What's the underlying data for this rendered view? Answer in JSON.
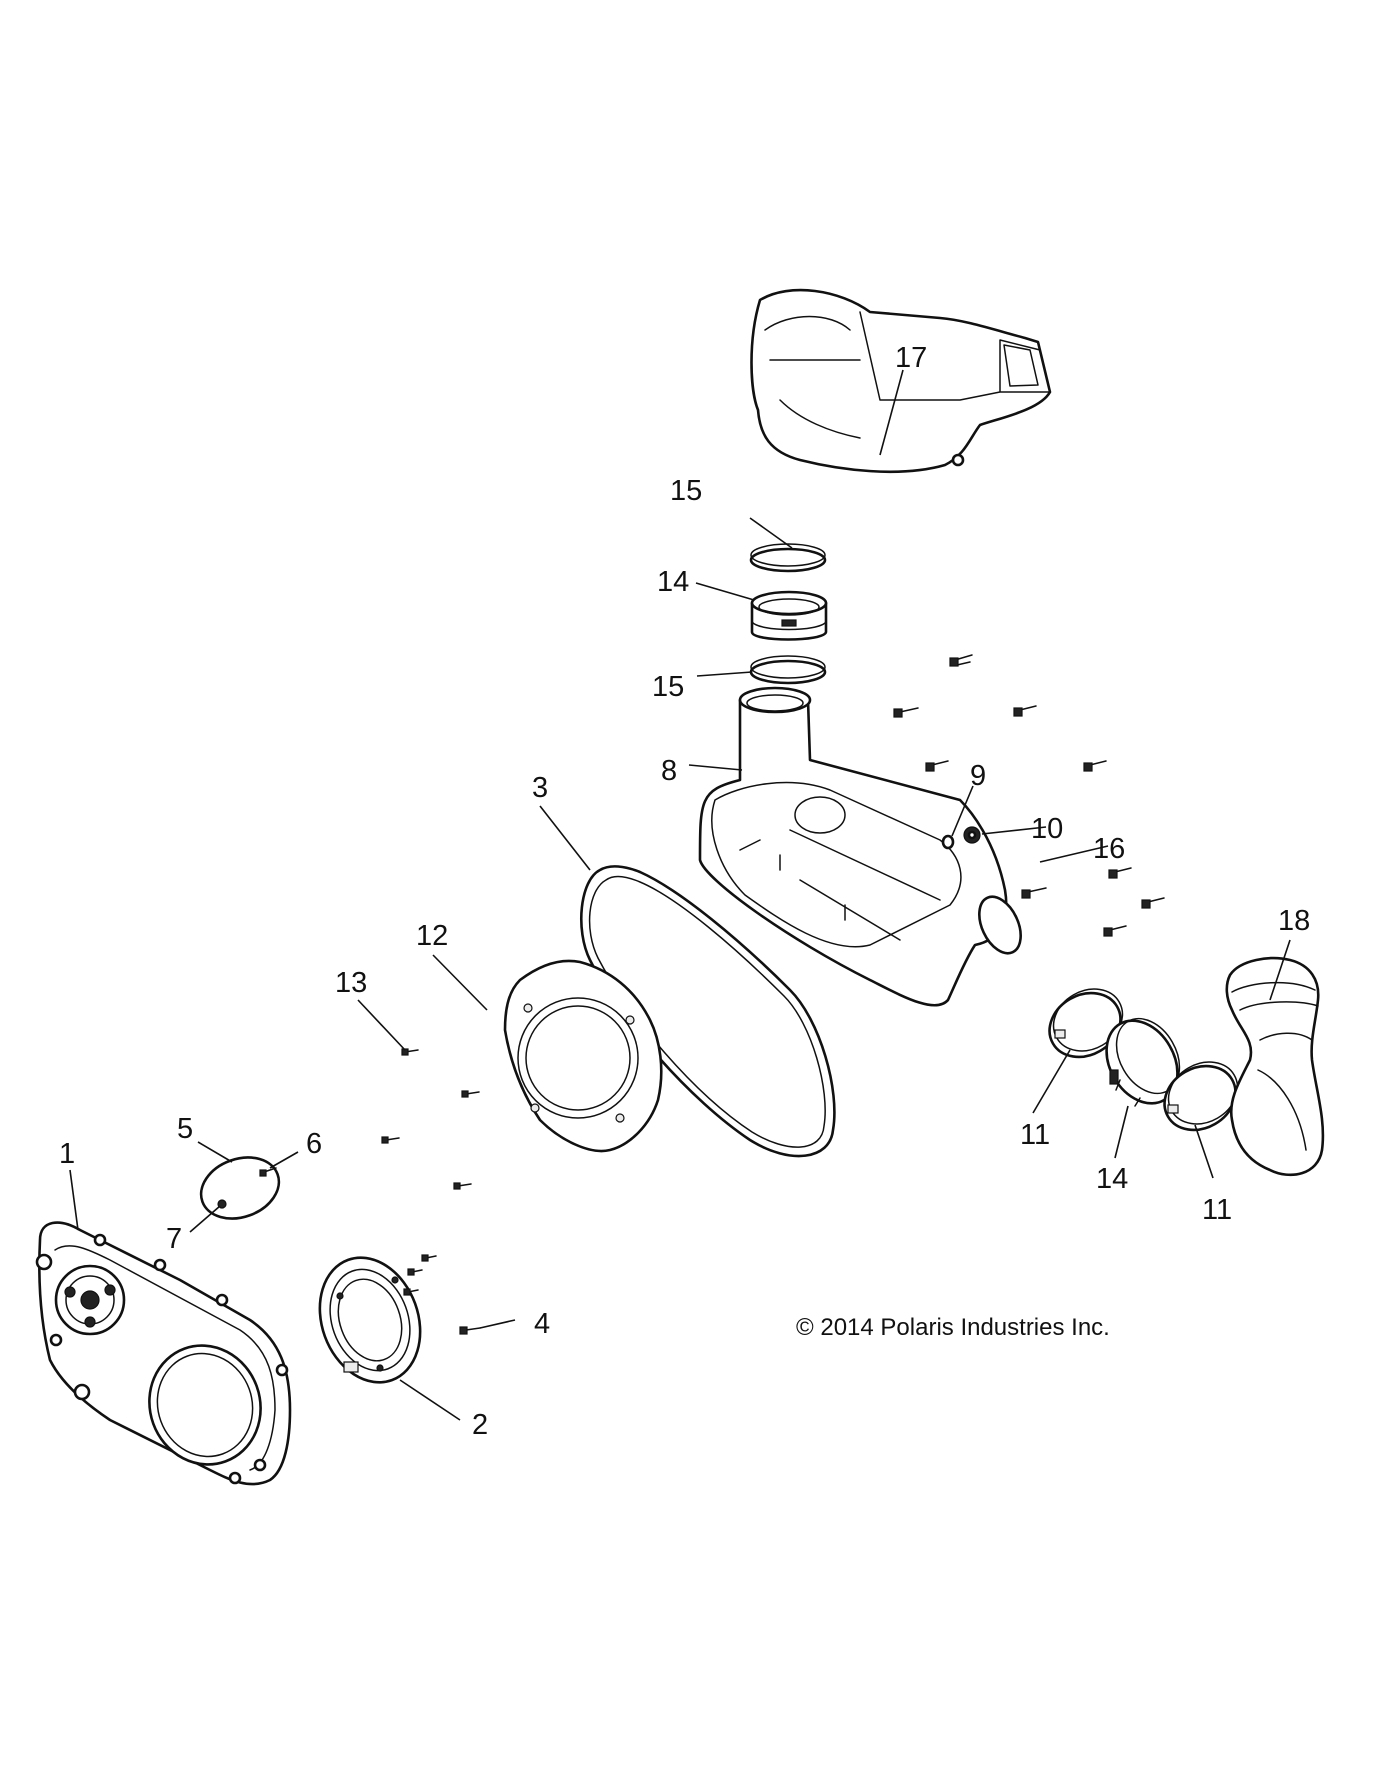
{
  "copyright": "© 2014 Polaris Industries Inc.",
  "callouts": {
    "c1": "1",
    "c2": "2",
    "c3": "3",
    "c4": "4",
    "c5": "5",
    "c6": "6",
    "c7": "7",
    "c8": "8",
    "c9": "9",
    "c10": "10",
    "c11a": "11",
    "c11b": "11",
    "c12": "12",
    "c13": "13",
    "c14a": "14",
    "c14b": "14",
    "c15a": "15",
    "c15b": "15",
    "c16": "16",
    "c17": "17",
    "c18": "18"
  },
  "colors": {
    "line": "#111111",
    "background": "#ffffff"
  }
}
